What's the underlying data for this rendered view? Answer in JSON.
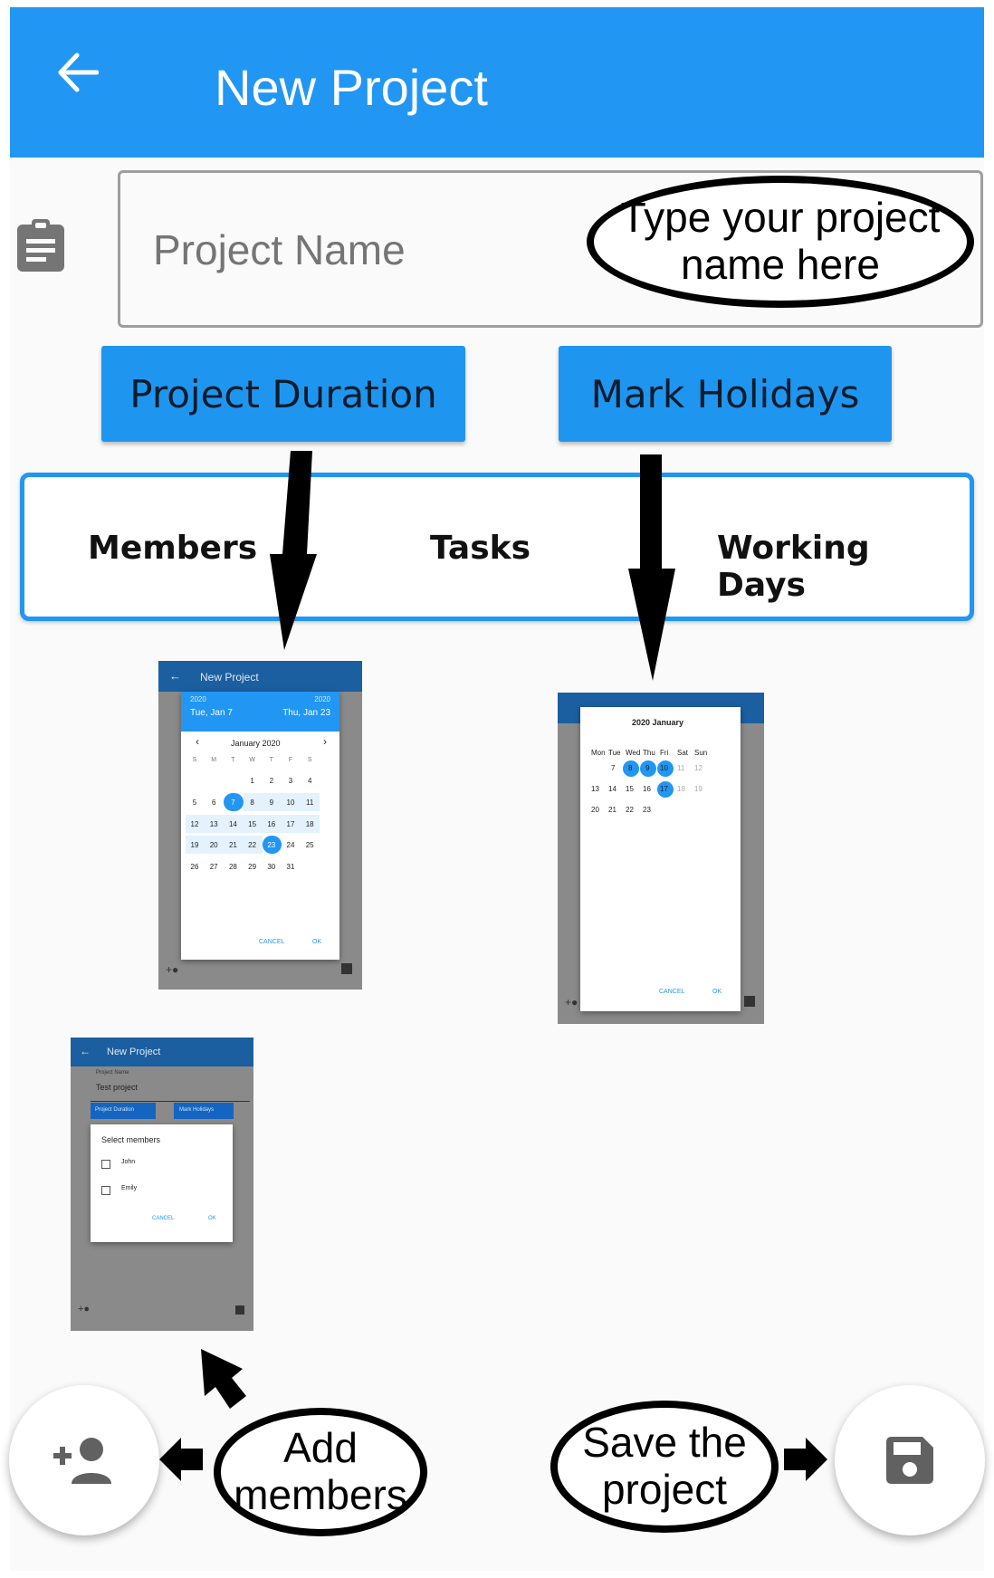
{
  "app": {
    "title": "New Project",
    "back_icon": "arrow-back-icon",
    "colors": {
      "primary": "#2196f3",
      "button": "#1e96f0",
      "background": "#fafafa"
    }
  },
  "form": {
    "field_icon": "clipboard-icon",
    "project_name_placeholder": "Project Name",
    "duration_button": "Project Duration",
    "holidays_button": "Mark Holidays"
  },
  "tabs": [
    "Members",
    "Tasks",
    "Working Days"
  ],
  "annotations": {
    "name_hint_line1": "Type your project",
    "name_hint_line2": "name here",
    "add_members_line1": "Add",
    "add_members_line2": "members",
    "save_line1": "Save the",
    "save_line2": "project"
  },
  "fabs": {
    "add_member_icon": "person-add-icon",
    "save_icon": "save-icon"
  },
  "mini_duration": {
    "title": "New Project",
    "start_year": "2020",
    "end_year": "2020",
    "start_date": "Tue, Jan 7",
    "end_date": "Thu, Jan 23",
    "month": "January 2020",
    "weekdays": [
      "S",
      "M",
      "T",
      "W",
      "T",
      "F",
      "S"
    ],
    "weeks": [
      [
        "",
        "",
        "",
        "1",
        "2",
        "3",
        "4"
      ],
      [
        "5",
        "6",
        "7",
        "8",
        "9",
        "10",
        "11"
      ],
      [
        "12",
        "13",
        "14",
        "15",
        "16",
        "17",
        "18"
      ],
      [
        "19",
        "20",
        "21",
        "22",
        "23",
        "24",
        "25"
      ],
      [
        "26",
        "27",
        "28",
        "29",
        "30",
        "31",
        ""
      ]
    ],
    "cancel": "CANCEL",
    "ok": "OK"
  },
  "mini_holidays": {
    "header": "2020 January",
    "weekdays": [
      "Mon",
      "Tue",
      "Wed",
      "Thu",
      "Fri",
      "Sat",
      "Sun"
    ],
    "weeks": [
      [
        "",
        "7",
        "8",
        "9",
        "10",
        "11",
        "12"
      ],
      [
        "13",
        "14",
        "15",
        "16",
        "17",
        "18",
        "19"
      ],
      [
        "20",
        "21",
        "22",
        "23",
        "",
        "",
        ""
      ]
    ],
    "cancel": "CANCEL",
    "ok": "OK"
  },
  "mini_members": {
    "title": "New Project",
    "field_label": "Project Name",
    "field_value": "Test project",
    "duration_button": "Project Duration",
    "holidays_button": "Mark Holidays",
    "dialog_title": "Select members",
    "members": [
      "John",
      "Emily"
    ],
    "cancel": "CANCEL",
    "ok": "OK"
  }
}
